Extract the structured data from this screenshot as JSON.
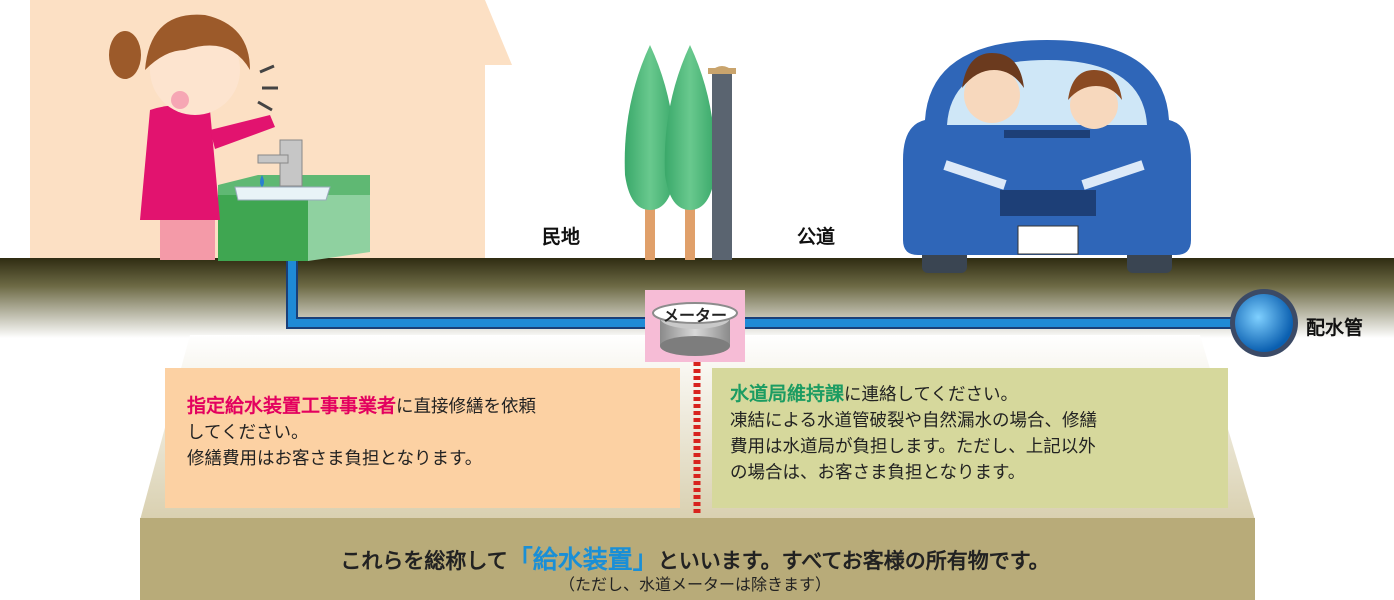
{
  "labels": {
    "private_land": "民地",
    "public_road": "公道",
    "distribution_pipe": "配水管",
    "meter": "メーター"
  },
  "left_panel": {
    "highlight": "指定給水装置工事事業者",
    "line1_rest": "に直接修繕を依頼",
    "line2": "してください。",
    "line3": "修繕費用はお客さま負担となります。"
  },
  "right_panel": {
    "highlight": "水道局維持課",
    "line1_rest": "に連絡してください。",
    "line2": "凍結による水道管破裂や自然漏水の場合、修繕",
    "line3": "費用は水道局が負担します。ただし、上記以外",
    "line4": "の場合は、お客さま負担となります。"
  },
  "bottom": {
    "prefix": "これらを総称して",
    "quoted": "「給水装置」",
    "suffix": "といいます。すべてお客様の所有物です。",
    "note": "（ただし、水道メーターは除きます）"
  },
  "colors": {
    "pipe": "#1f8ad6",
    "meter_box": "#f6bcd6",
    "left_panel_bg": "#fcd1a3",
    "right_panel_bg": "#d6d89c",
    "earth_top": "#3d3a1f",
    "base": "#b8ab79",
    "car": "#2f66b8"
  }
}
